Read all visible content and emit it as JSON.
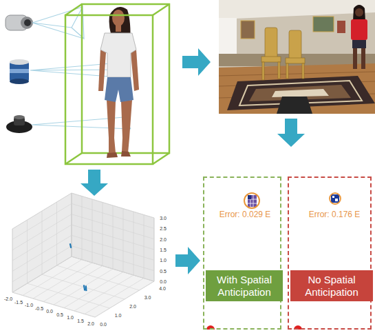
{
  "diagram": {
    "nodes": [
      {
        "text": [
          "Error: 0.029 E"
        ]
      },
      {
        "text": [
          "With Spatial Anticipation"
        ],
        "in": 0
      },
      {
        "text": [
          "Error: 0.176 E"
        ]
      },
      {
        "text": [
          "No Spatial Anticipation"
        ],
        "in": 2
      }
    ],
    "labels": [
      "3.0",
      "2.5",
      "2.0",
      "1.5",
      "1.0",
      "0.5",
      "0.0",
      "-2.0",
      "-1.5",
      "-1.0",
      "-0.5",
      "0.0",
      "0.5",
      "1.0",
      "1.5",
      "2.0",
      "0.0",
      "1.0",
      "2.0",
      "3.0",
      "4.0"
    ]
  }
}
